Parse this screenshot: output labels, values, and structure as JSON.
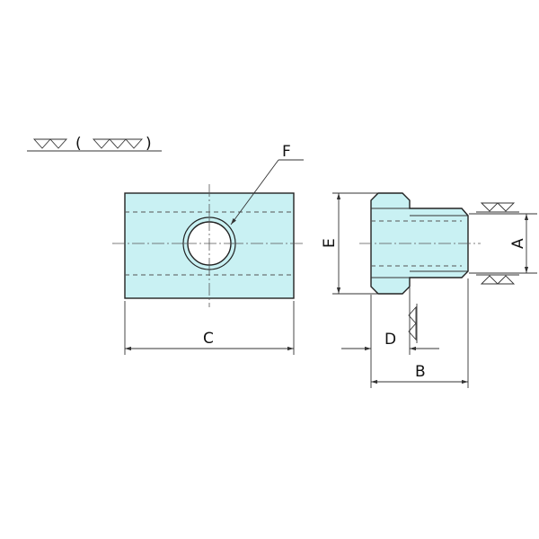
{
  "labels": {
    "F": "F",
    "C": "C",
    "E": "E",
    "A": "A",
    "D": "D",
    "B": "B"
  },
  "symbols": {
    "finish_marks": "finish-triangles-icon",
    "paren_open": "(",
    "paren_close": ")"
  },
  "colors": {
    "part_fill": "#c9f1f3",
    "outline": "#222222"
  }
}
